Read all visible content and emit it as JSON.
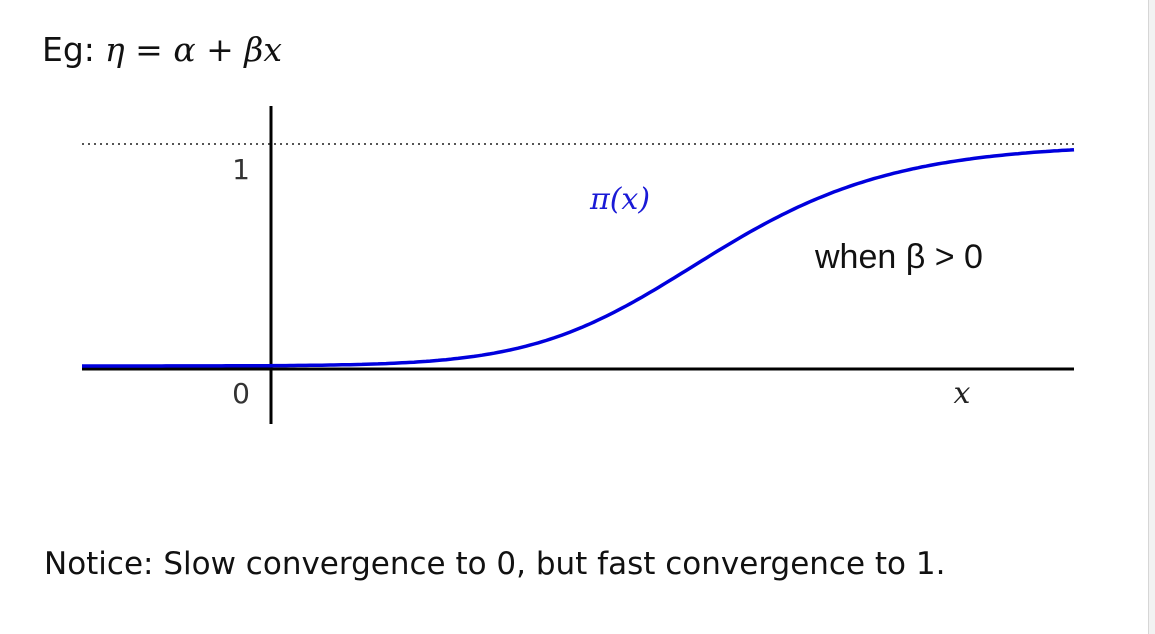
{
  "heading": {
    "prefix": "Eg:",
    "equation": "η = α + βx"
  },
  "plot": {
    "y_tick_one": "1",
    "y_tick_zero": "0",
    "x_axis_label": "x",
    "curve_label": "π(x)",
    "annotation": "when  β > 0",
    "colors": {
      "curve": "#0000dd",
      "axes": "#000000",
      "asymptote": "#555555"
    }
  },
  "notice": "Notice: Slow convergence to 0, but fast convergence to 1."
}
